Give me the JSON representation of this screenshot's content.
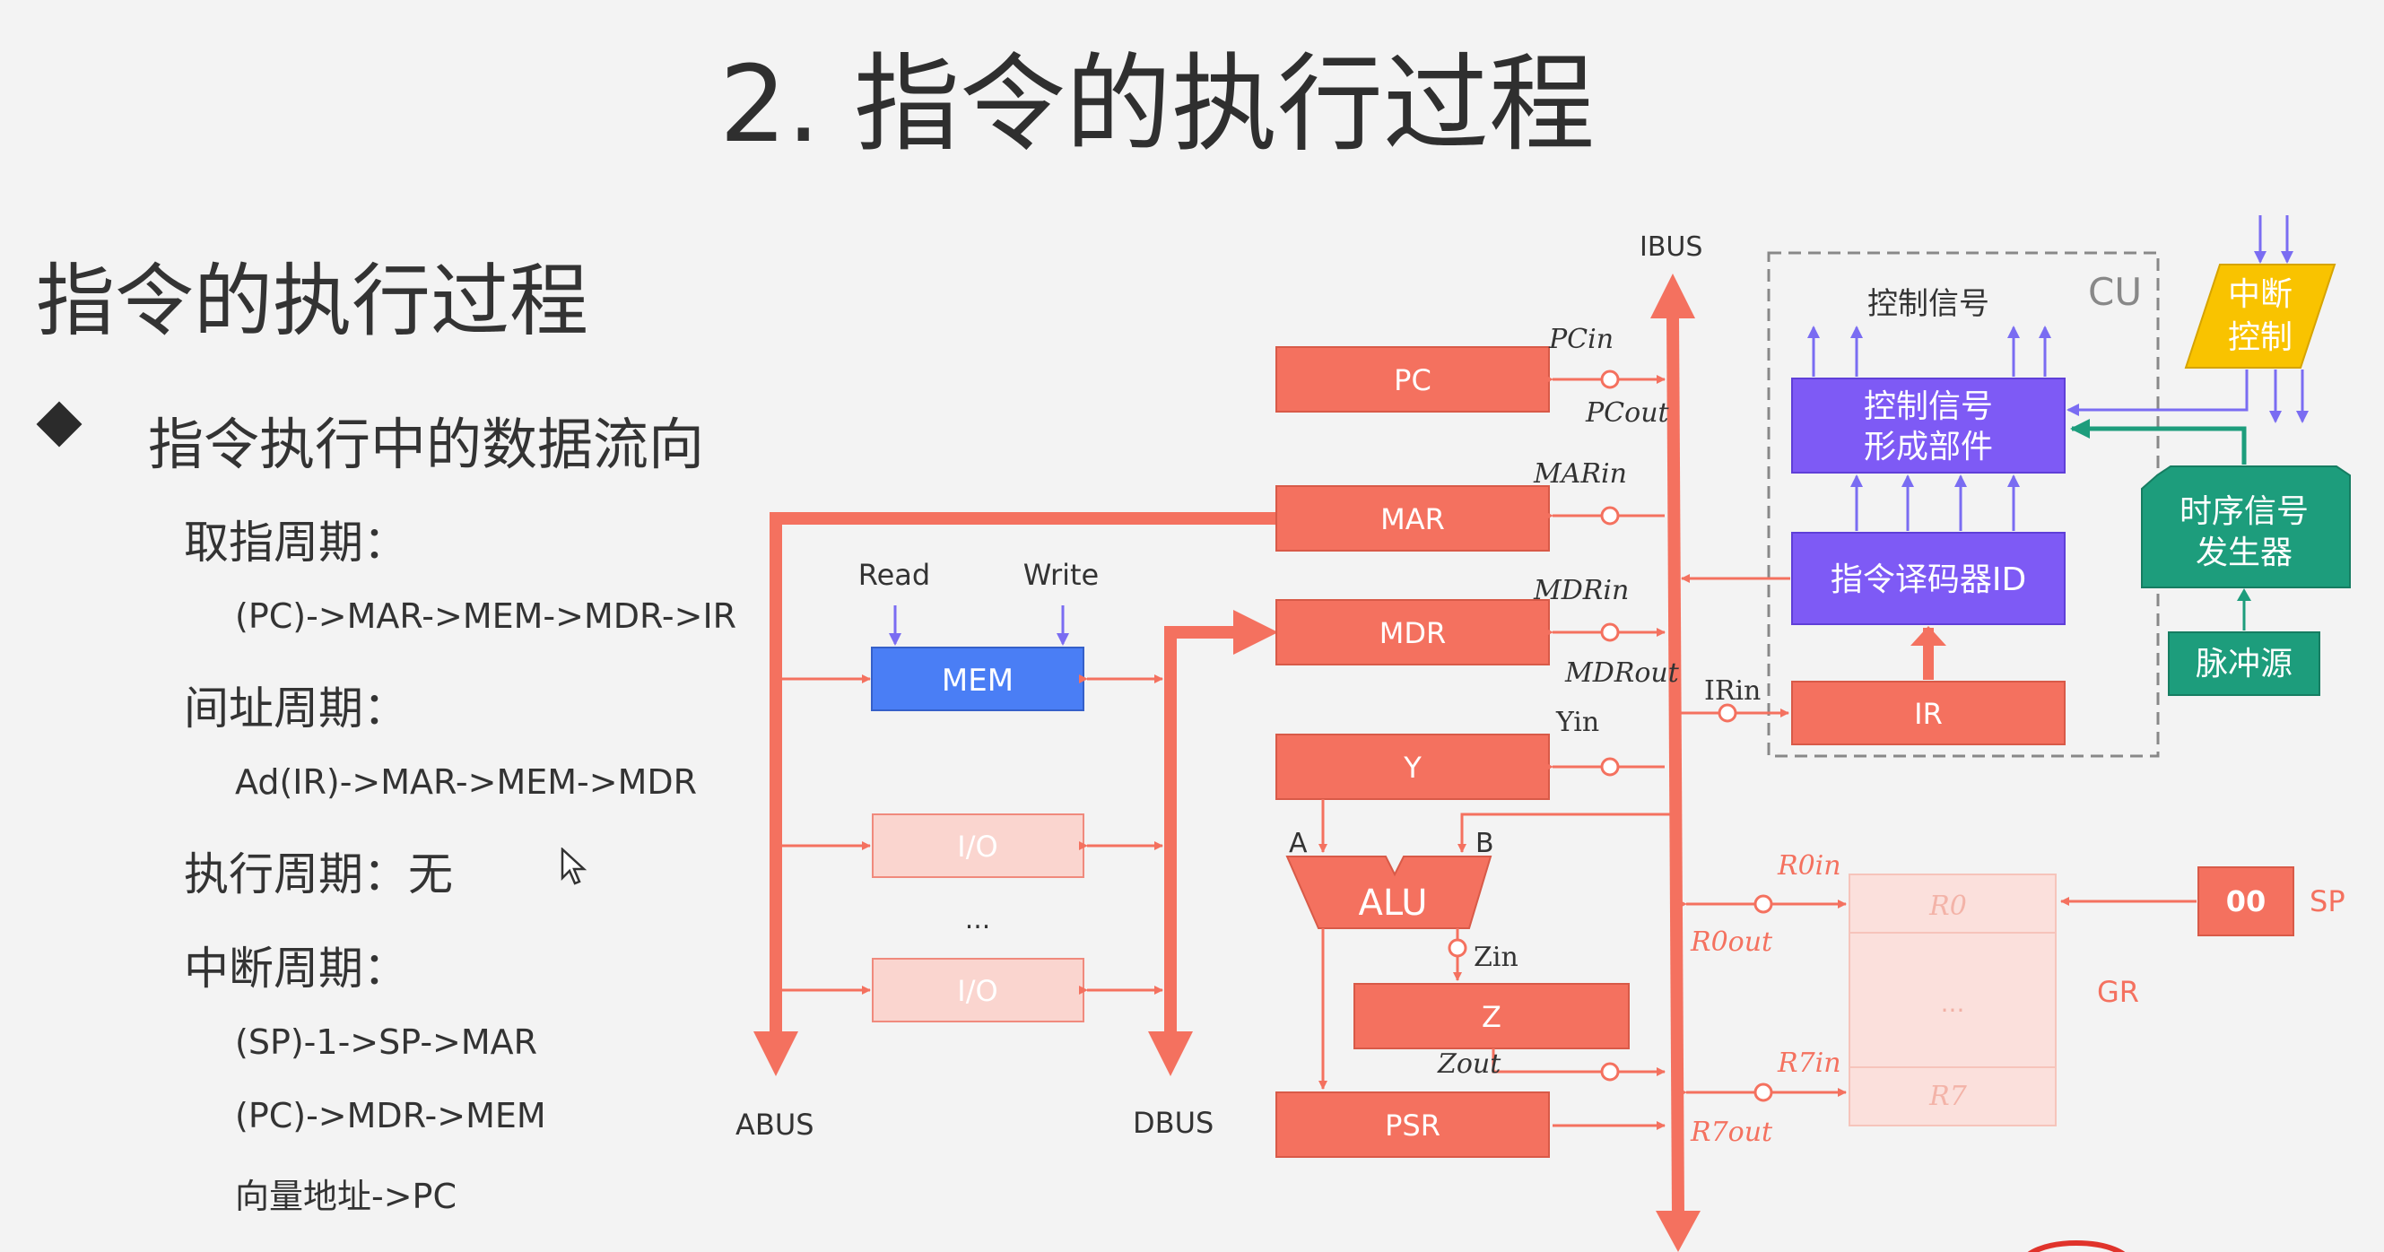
{
  "title": "2. 指令的执行过程",
  "heading": "指令的执行过程",
  "bullet": "指令执行中的数据流向",
  "phases": [
    {
      "label": "取指周期：",
      "flows": [
        "(PC)->MAR->MEM->MDR->IR"
      ]
    },
    {
      "label": "间址周期：",
      "flows": [
        "Ad(IR)->MAR->MEM->MDR"
      ]
    },
    {
      "label": "执行周期：无",
      "flows": []
    },
    {
      "label": "中断周期：",
      "flows": [
        "(SP)-1->SP->MAR",
        "(PC)->MDR->MEM",
        "向量地址->PC"
      ]
    }
  ],
  "diagram": {
    "buses": {
      "abus": "ABUS",
      "dbus": "DBUS",
      "ibus": "IBUS"
    },
    "registers": {
      "pc": "PC",
      "mar": "MAR",
      "mdr": "MDR",
      "y": "Y",
      "z": "Z",
      "psr": "PSR",
      "ir": "IR",
      "sp_value": "00"
    },
    "memory": {
      "mem": "MEM",
      "io1": "I/O",
      "io2": "I/O",
      "ellipsis": "...",
      "read": "Read",
      "write": "Write"
    },
    "alu": {
      "label": "ALU",
      "a": "A",
      "b": "B"
    },
    "signals": {
      "pc_in": "PCin",
      "pc_out": "PCout",
      "mar_in": "MARin",
      "mdr_in": "MDRin",
      "mdr_out": "MDRout",
      "y_in": "Yin",
      "z_in": "Zin",
      "z_out": "Zout",
      "ir_in": "IRin",
      "r0_in": "R0in",
      "r0_out": "R0out",
      "r7_in": "R7in",
      "r7_out": "R7out"
    },
    "gr": {
      "label": "GR",
      "r0": "R0",
      "r7": "R7",
      "ellipsis": "...",
      "sp_label": "SP"
    },
    "cu": {
      "label": "CU",
      "control_signals": "控制信号",
      "signal_unit_line1": "控制信号",
      "signal_unit_line2": "形成部件",
      "decoder": "指令译码器ID",
      "interrupt_line1": "中断",
      "interrupt_line2": "控制",
      "timing_line1": "时序信号",
      "timing_line2": "发生器",
      "pulse": "脉冲源"
    },
    "colors": {
      "register": "#f4715f",
      "bus": "#f4715f",
      "mem": "#4a7ef5",
      "io_fill": "#fad5cf",
      "cu_unit": "#7e5af5",
      "timing": "#1d9d7c",
      "interrupt": "#f9c300",
      "gr_fill": "#fbe0dc",
      "arrow_purple": "#7a6cf2"
    }
  }
}
